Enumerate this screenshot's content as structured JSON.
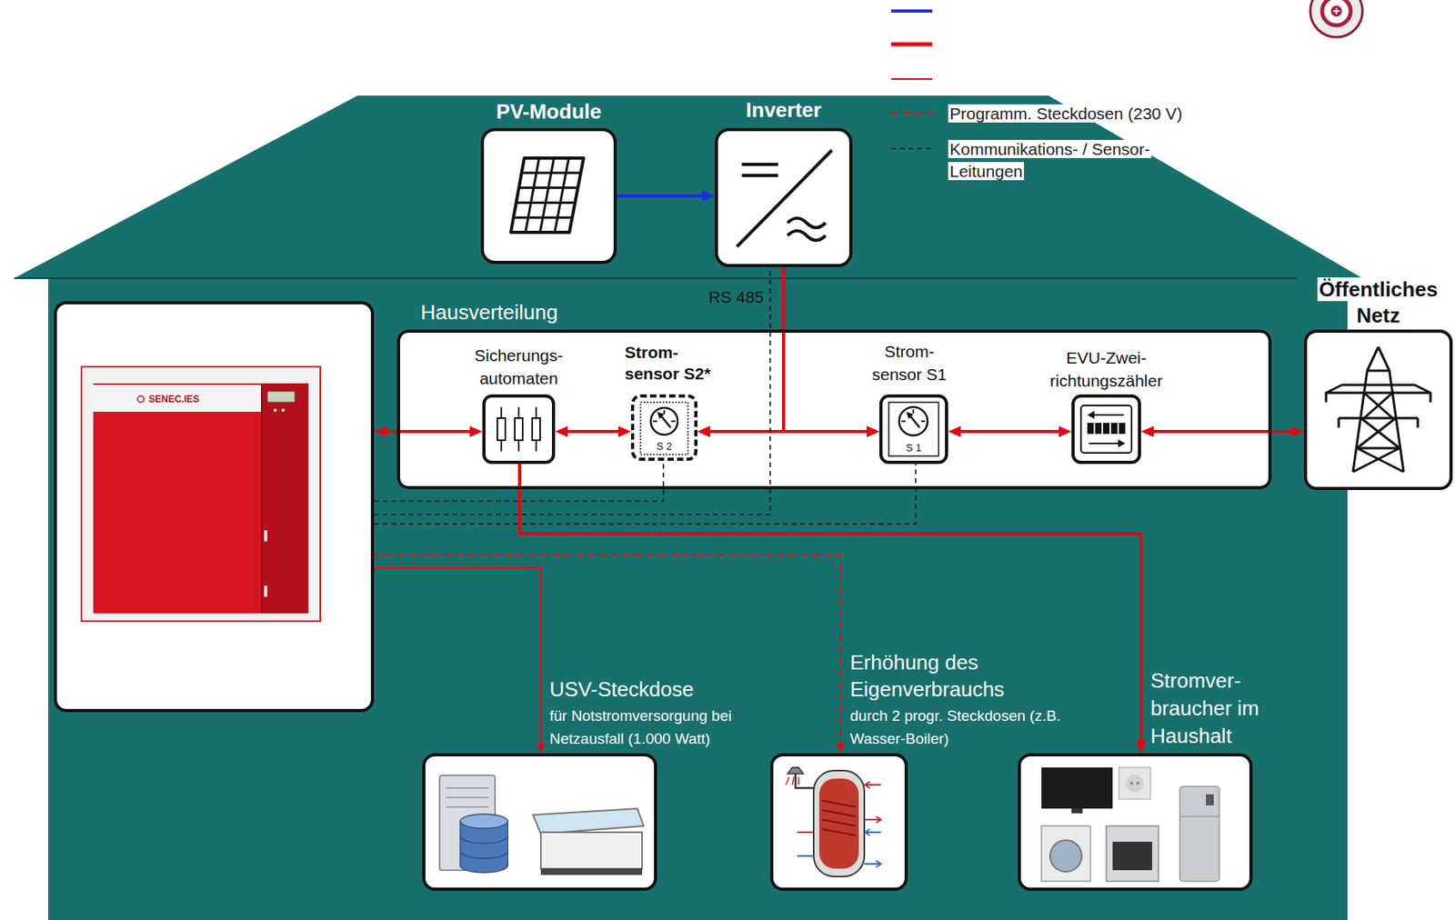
{
  "diagram": {
    "nodes": [
      {
        "text": [
          "PV-Module"
        ]
      },
      {
        "text": [
          "Inverter"
        ]
      },
      {
        "text": [
          "SENEC.IES"
        ]
      },
      {
        "text": [
          "Hausverteilung"
        ]
      },
      {
        "text": [
          "Sicherungs- automaten"
        ],
        "in": 3
      },
      {
        "text": [
          "Strom- sensor S2*",
          "S 2"
        ],
        "in": 3
      },
      {
        "text": [
          "Strom- sensor S1",
          "S 1"
        ],
        "in": 3
      },
      {
        "text": [
          "EVU-Zwei- richtungszähler"
        ],
        "in": 3
      },
      {
        "text": [
          "Öffentliches Netz"
        ]
      },
      {
        "text": [
          "USV-Steckdose",
          "für Notstromversorgung bei Netzausfall (1.000 Watt)"
        ]
      },
      {
        "text": [
          "Erhöhung des Eigenverbrauchs",
          "durch 2 progr. Steckdosen (z.B. Wasser-Boiler)"
        ]
      },
      {
        "text": [
          "Stromver- braucher im Haushalt"
        ]
      }
    ],
    "edges": [
      {
        "from": 0,
        "to": 1,
        "arrow": "to"
      },
      {
        "from": 2,
        "to": 4,
        "arrow": "both"
      },
      {
        "from": 4,
        "to": 5,
        "arrow": "both"
      },
      {
        "from": 5,
        "to": 6,
        "arrow": "both"
      },
      {
        "from": 6,
        "to": 7,
        "arrow": "both"
      },
      {
        "from": 7,
        "to": 8,
        "arrow": "both"
      },
      {
        "from": 1,
        "to": 5,
        "arrow": "to"
      },
      {
        "from": 1,
        "to": 6,
        "arrow": "to"
      },
      {
        "from": 4,
        "to": 11,
        "arrow": "to"
      },
      {
        "from": 2,
        "to": 9,
        "arrow": "to"
      },
      {
        "from": 2,
        "to": 10,
        "arrow": "to"
      },
      {
        "from": 2,
        "to": 5,
        "arrow": "none"
      },
      {
        "from": 2,
        "to": 1,
        "arrow": "none",
        "label": "RS 485"
      },
      {
        "from": 2,
        "to": 6,
        "arrow": "none"
      }
    ],
    "legend": [
      {
        "text": "Programm. Steckdosen (230 V)"
      },
      {
        "text": "Kommunikations- / Sensor- Leitungen"
      }
    ]
  }
}
